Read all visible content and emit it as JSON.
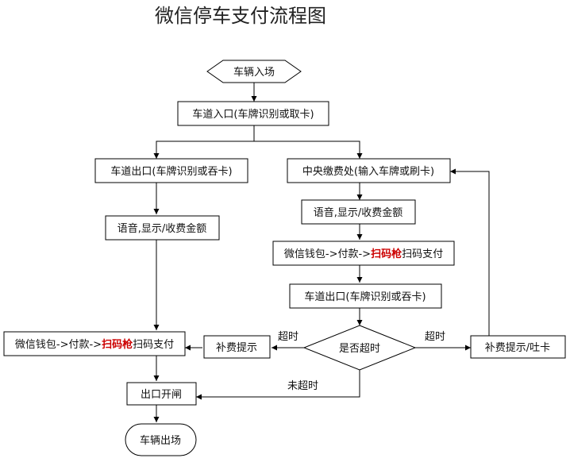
{
  "title": "微信停车支付流程图",
  "colors": {
    "stroke": "#000000",
    "text": "#111111",
    "highlight": "#cc0000",
    "background": "#ffffff"
  },
  "nodes": {
    "entry": "车辆入场",
    "lane_entry": "车道入口(车牌识别或取卡)",
    "exit_left": "车道出口(车牌识别或吞卡)",
    "voice_left": "语音,显示/收费金额",
    "pay_left": {
      "prefix": "微信钱包->付款->",
      "highlight": "扫码枪",
      "suffix": "扫码支付"
    },
    "central": "中央缴费处(输入车牌或刷卡)",
    "voice_center": "语音,显示/收费金额",
    "pay_center": {
      "prefix": "微信钱包->付款->",
      "highlight": "扫码枪",
      "suffix": "扫码支付"
    },
    "exit_center": "车道出口(车牌识别或吞卡)",
    "decision": "是否超时",
    "topup_left": "补费提示",
    "topup_right": "补费提示/吐卡",
    "gate_open": "出口开闸",
    "leave": "车辆出场"
  },
  "edge_labels": {
    "timeout_left": "超时",
    "timeout_right": "超时",
    "not_timeout": "未超时"
  }
}
